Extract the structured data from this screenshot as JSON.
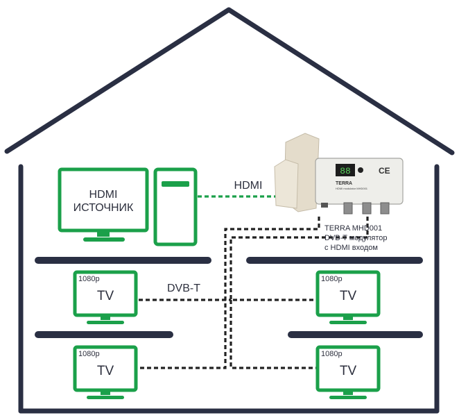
{
  "source": {
    "line1": "HDMI",
    "line2": "ИСТОЧНИК"
  },
  "labels": {
    "hdmi": "HDMI",
    "dvbt": "DVB-T"
  },
  "modulator": {
    "caption": [
      "TERRA MHD001",
      "DVB-T модулятор",
      "с HDMI входом"
    ],
    "brand": "TERRA",
    "model": "HDMI modulator MHD001",
    "display": "88",
    "marks": "CE"
  },
  "tvs": [
    {
      "res": "1080p",
      "name": "TV"
    },
    {
      "res": "1080p",
      "name": "TV"
    },
    {
      "res": "1080p",
      "name": "TV"
    },
    {
      "res": "1080p",
      "name": "TV"
    }
  ],
  "colors": {
    "green": "#1ba04a",
    "house": "#2a2f43",
    "cable_dvb": "#222222",
    "cable_hdmi": "#1ba04a"
  }
}
